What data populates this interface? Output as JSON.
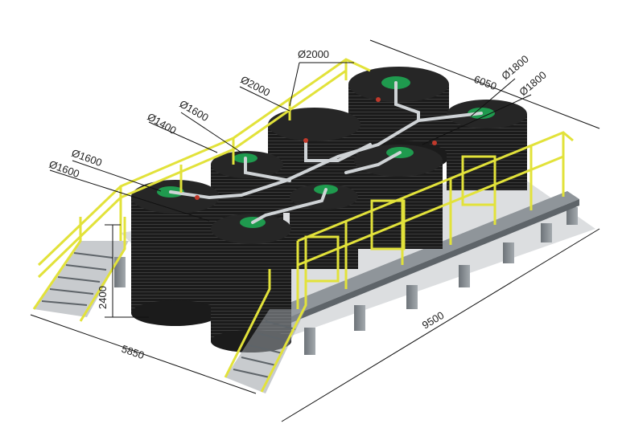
{
  "colors": {
    "tank": "#1c1c1c",
    "tank_rib": "#3a3a3a",
    "tank_top": "#2a2a2a",
    "lid": "#1f9a4e",
    "railing": "#e2e23a",
    "railing_dark": "#b5b520",
    "frame": "#8a9096",
    "frame_dark": "#5e6469",
    "pipe": "#cfd3d6",
    "dim": "#111111"
  },
  "dimensions": {
    "overall_length": "9500",
    "overall_width": "5850",
    "back_width": "6050",
    "height": "2400"
  },
  "tank_labels": {
    "d1": "Ø2000",
    "d2": "Ø2000",
    "d3": "Ø1600",
    "d4": "Ø1400",
    "d5": "Ø1600",
    "d6": "Ø1600",
    "d7": "Ø1800",
    "d8": "Ø1800"
  }
}
